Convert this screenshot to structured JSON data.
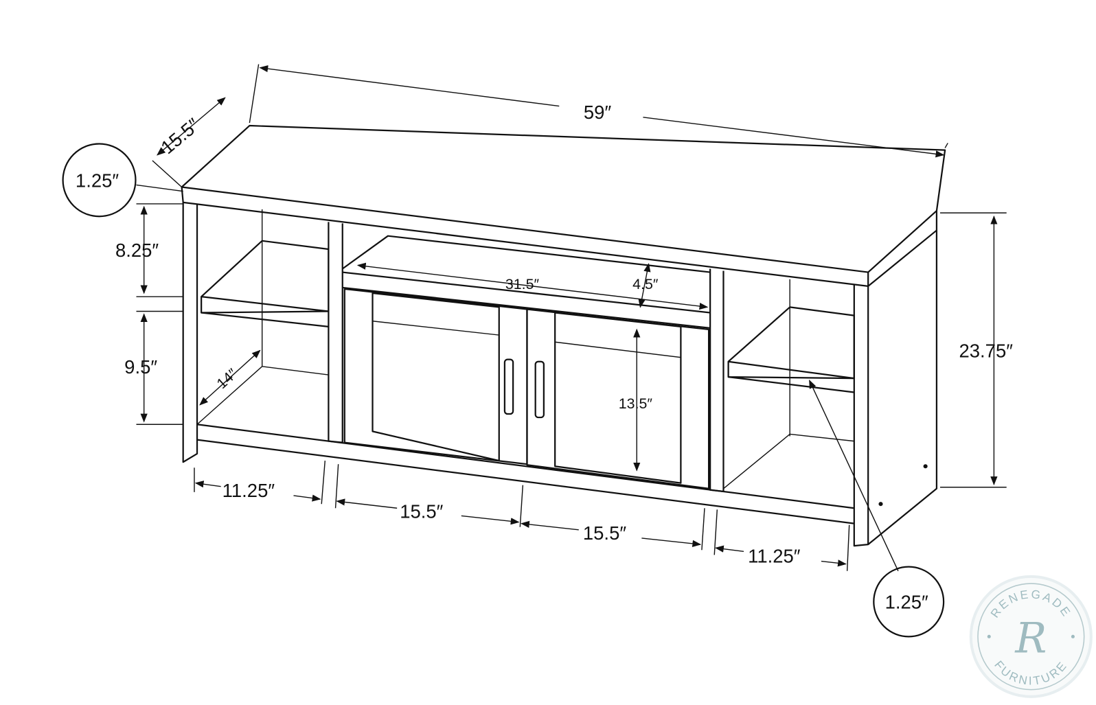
{
  "dimensions": {
    "overall_width": "59″",
    "overall_depth": "15.5″",
    "overall_height": "23.75″",
    "top_thickness": "1.25″",
    "upper_shelf_opening": "8.25″",
    "lower_shelf_opening": "9.5″",
    "shelf_depth": "14″",
    "center_opening_width": "31.5″",
    "center_opening_height": "4.5″",
    "door_opening_height": "13.5″",
    "left_bay_width": "11.25″",
    "left_door_width": "15.5″",
    "right_door_width": "15.5″",
    "right_bay_width": "11.25″",
    "panel_thickness": "1.25″"
  },
  "watermark": {
    "top_text": "RENEGADE",
    "bottom_text": "FURNITURE",
    "monogram": "R",
    "color": "#8fb0b6"
  }
}
